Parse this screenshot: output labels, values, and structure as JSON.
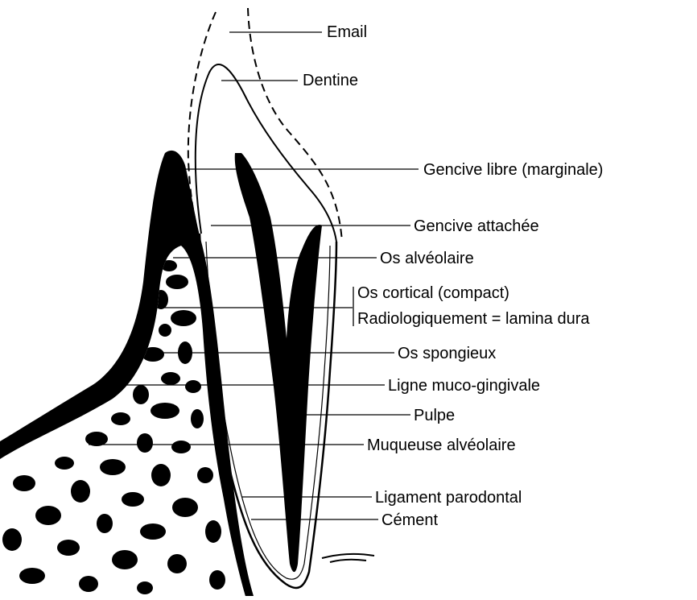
{
  "labels": {
    "email": "Email",
    "dentine": "Dentine",
    "gencive_libre": "Gencive libre (marginale)",
    "gencive_attachee": "Gencive attachée",
    "os_alveolaire": "Os alvéolaire",
    "os_cortical": "Os cortical (compact)",
    "radiologiquement": "Radiologiquement = lamina dura",
    "os_spongieux": "Os spongieux",
    "ligne_muco": "Ligne muco-gingivale",
    "pulpe": "Pulpe",
    "muqueuse": "Muqueuse alvéolaire",
    "ligament": "Ligament parodontal",
    "cement": "Cément"
  },
  "colors": {
    "ink": "#000000",
    "paper": "#ffffff"
  }
}
